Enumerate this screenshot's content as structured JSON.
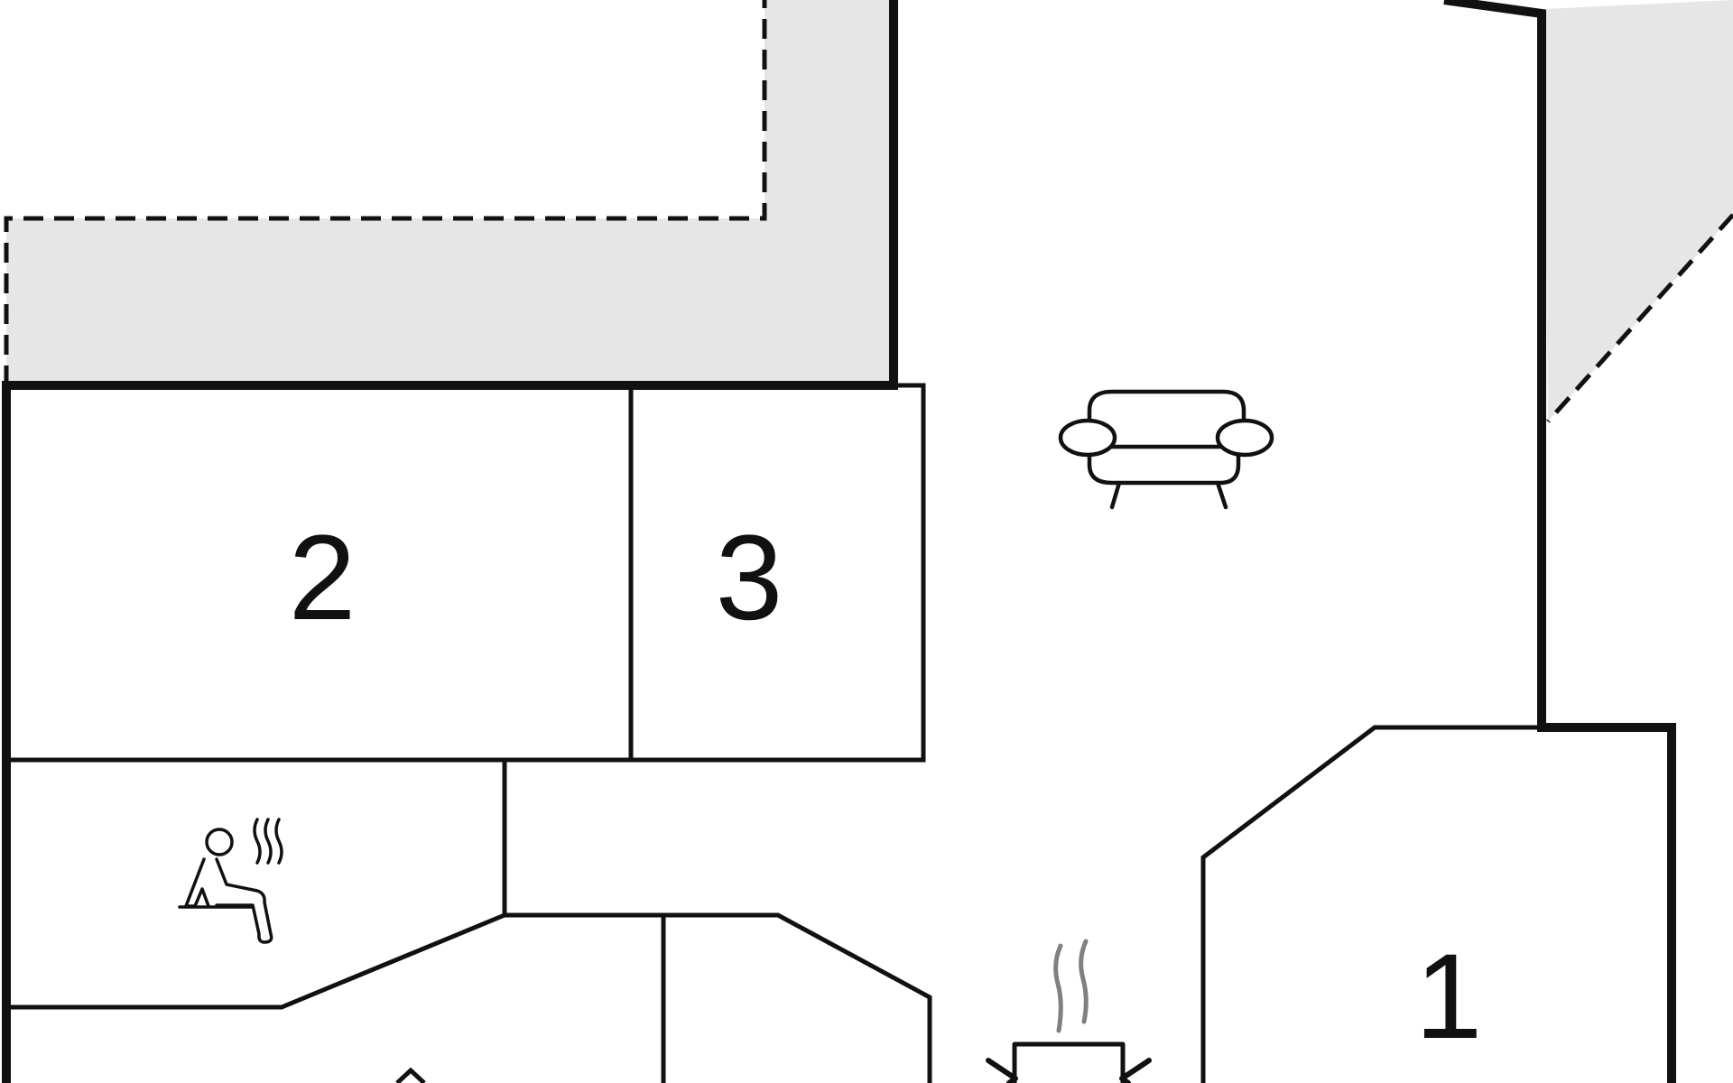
{
  "floorplan": {
    "rooms": [
      {
        "id": "room-2",
        "label": "2"
      },
      {
        "id": "room-3",
        "label": "3"
      },
      {
        "id": "room-1",
        "label": "1"
      }
    ],
    "icons": [
      "sofa-icon",
      "sauna-icon",
      "fireplace-icon"
    ],
    "colors": {
      "terrace_fill": "#e6e6e6",
      "wall": "#111111",
      "smoke": "#808080",
      "background": "#ffffff"
    }
  }
}
